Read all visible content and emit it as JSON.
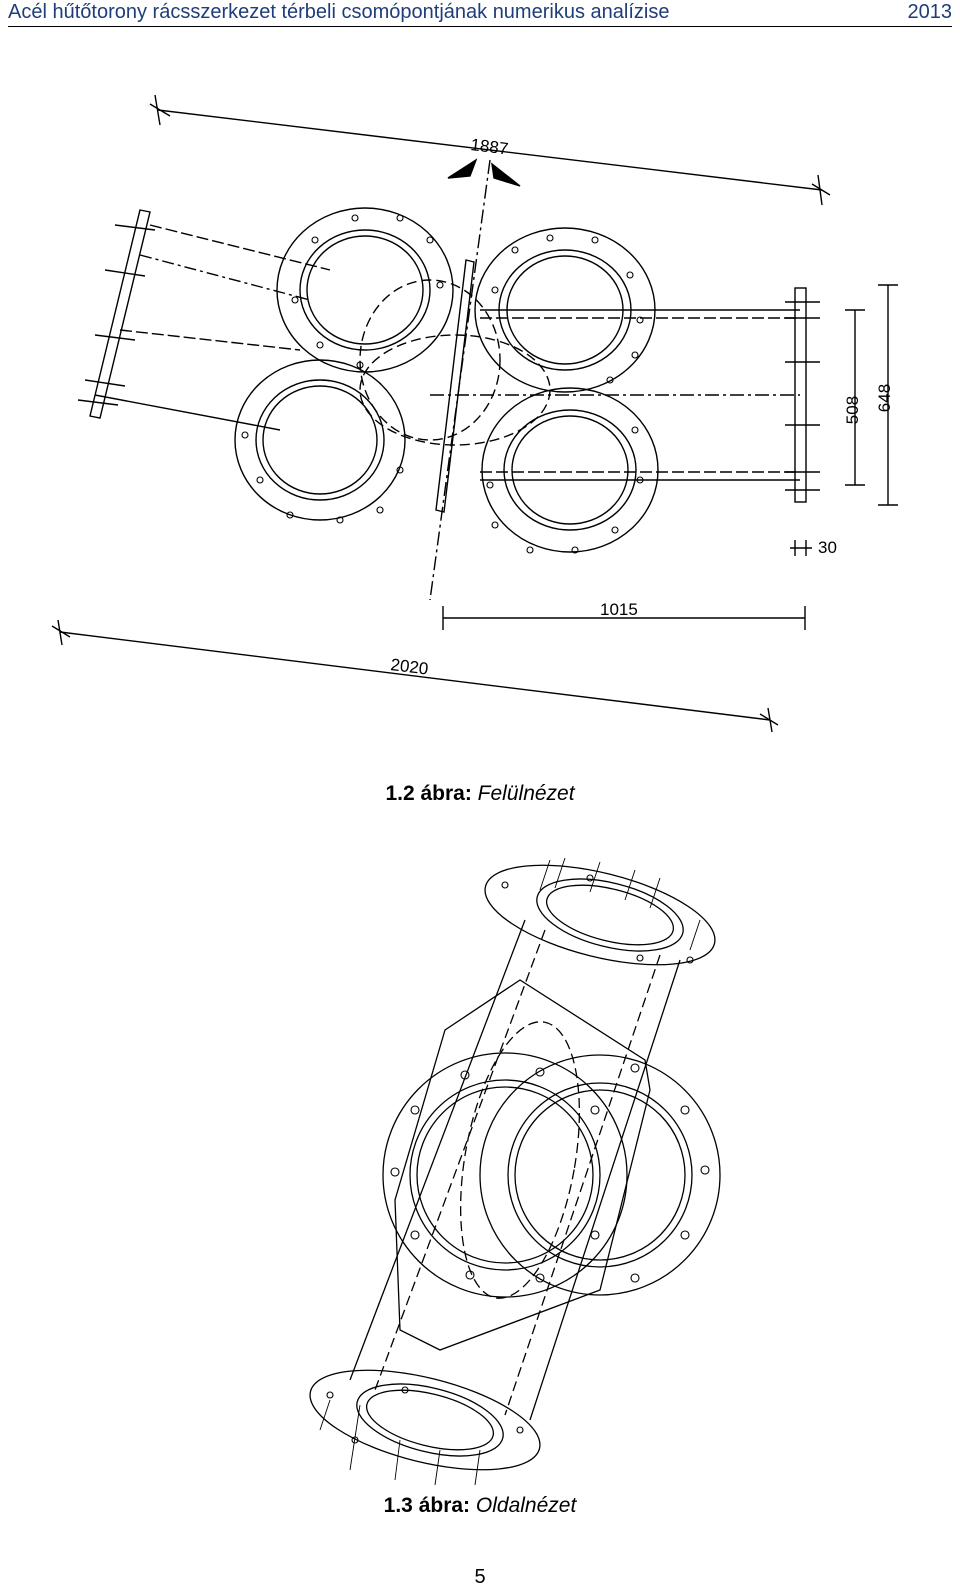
{
  "header": {
    "title": "Acél hűtőtorony rácsszerkezet térbeli csomópontjának numerikus analízise",
    "year": "2013"
  },
  "figure_top": {
    "dimensions": {
      "d1887": "1887",
      "d508": "508",
      "d648": "648",
      "d30": "30",
      "d1015": "1015",
      "d2020": "2020"
    },
    "caption_number": "1.2 ábra:",
    "caption_text": "Felülnézet"
  },
  "figure_bottom": {
    "caption_number": "1.3 ábra:",
    "caption_text": "Oldalnézet"
  },
  "page_number": "5"
}
